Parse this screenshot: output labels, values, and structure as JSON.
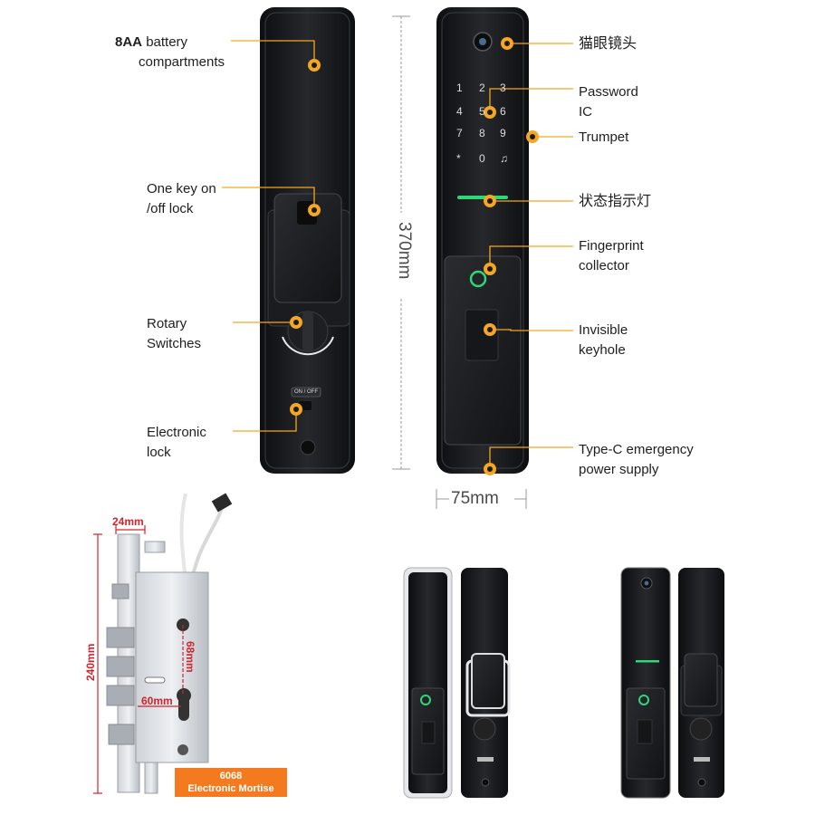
{
  "callouts_left": {
    "battery_bold": "8AA",
    "battery_rest": "battery",
    "battery_line2": "compartments",
    "onoff_line1": "One key on",
    "onoff_line2": "/off lock",
    "rotary_line1": "Rotary",
    "rotary_line2": "Switches",
    "elock_line1": "Electronic",
    "elock_line2": "lock"
  },
  "callouts_right": {
    "peephole": "猫眼镜头",
    "password_line1": "Password",
    "password_line2": "IC",
    "trumpet": "Trumpet",
    "indicator": "状态指示灯",
    "fingerprint_line1": "Fingerprint",
    "fingerprint_line2": "collector",
    "keyhole_line1": "Invisible",
    "keyhole_line2": "keyhole",
    "typec_line1": "Type-C emergency",
    "typec_line2": "power supply"
  },
  "dimensions": {
    "height": "370mm",
    "width": "75mm",
    "mortise_width": "24mm",
    "mortise_height": "240mm",
    "mortise_offset": "68mm",
    "mortise_backset": "60mm"
  },
  "keypad": [
    "1",
    "2",
    "3",
    "4",
    "5",
    "6",
    "7",
    "8",
    "9",
    "*",
    "0"
  ],
  "switch_label": "ON / OFF",
  "mortise_badge": {
    "model": "6068",
    "name": "Electronic Mortise"
  },
  "colors": {
    "accent": "#f5a623",
    "badge": "#f37a1f",
    "dimension_red": "#d0242c",
    "lock_body": "#17191c",
    "indicator_green": "#2fd67a"
  }
}
